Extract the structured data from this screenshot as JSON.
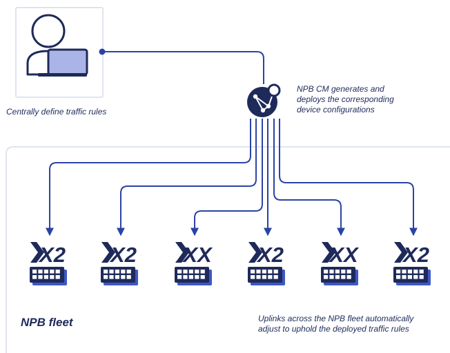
{
  "user_panel": {
    "caption": "Centrally define traffic rules"
  },
  "controller": {
    "caption_lines": [
      "NPB CM generates and",
      "deploys the corresponding",
      "device configurations"
    ]
  },
  "fleet": {
    "title": "NPB fleet",
    "caption_lines": [
      "Uplinks across the NPB fleet automatically",
      "adjust to uphold the deployed traffic rules"
    ],
    "devices": [
      {
        "model": "X2"
      },
      {
        "model": "X2"
      },
      {
        "model": "XX"
      },
      {
        "model": "X2"
      },
      {
        "model": "XX"
      },
      {
        "model": "X2"
      }
    ]
  },
  "colors": {
    "line": "#2a43a4",
    "device_dark": "#1e2a5a",
    "device_shadow": "#3d58c4",
    "panel_border": "#dfe4ee",
    "laptop_fill": "#aab4e6"
  }
}
